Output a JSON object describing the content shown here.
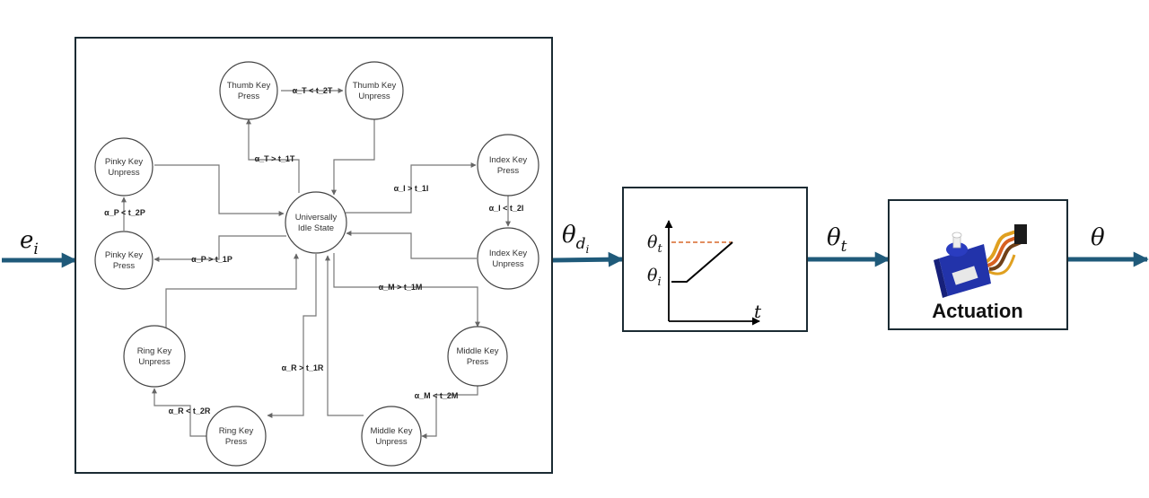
{
  "colors": {
    "flow_arrow": "#1f5a7a",
    "box_border": "#1b2b33",
    "target_dash": "#d9692b",
    "fsm_edge": "#777777"
  },
  "signals": {
    "input": {
      "base": "e",
      "sub": "i"
    },
    "desired": {
      "base": "θ",
      "sub": "d",
      "subsub": "i"
    },
    "target": {
      "base": "θ",
      "sub": "t"
    },
    "output": {
      "base": "θ"
    }
  },
  "fsm": {
    "states": {
      "idle": [
        "Universally",
        "Idle State"
      ],
      "thumb_press": [
        "Thumb Key",
        "Press"
      ],
      "thumb_unpress": [
        "Thumb Key",
        "Unpress"
      ],
      "index_press": [
        "Index Key",
        "Press"
      ],
      "index_unpress": [
        "Index Key",
        "Unpress"
      ],
      "middle_press": [
        "Middle Key",
        "Press"
      ],
      "middle_unpress": [
        "Middle Key",
        "Unpress"
      ],
      "ring_press": [
        "Ring Key",
        "Press"
      ],
      "ring_unpress": [
        "Ring Key",
        "Unpress"
      ],
      "pinky_press": [
        "Pinky Key",
        "Press"
      ],
      "pinky_unpress": [
        "Pinky Key",
        "Unpress"
      ]
    },
    "transitions": {
      "thumb_press": "α_T > t_1T",
      "thumb_release": "α_T < t_2T",
      "index_press": "α_I > t_1I",
      "index_release": "α_I < t_2I",
      "middle_press": "α_M > t_1M",
      "middle_release": "α_M < t_2M",
      "ring_press": "α_R > t_1R",
      "ring_release": "α_R < t_2R",
      "pinky_press": "α_P > t_1P",
      "pinky_release": "α_P < t_2P"
    }
  },
  "trajectory": {
    "y_top": {
      "base": "θ",
      "sub": "t"
    },
    "y_bottom": {
      "base": "θ",
      "sub": "i"
    },
    "x_axis": "t"
  },
  "actuation": {
    "label": "Actuation",
    "icon": "servo-motor-icon"
  }
}
